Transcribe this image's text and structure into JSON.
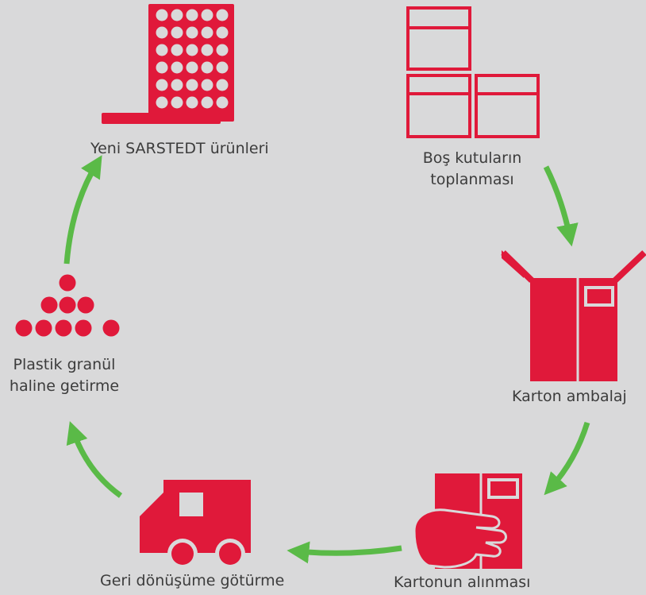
{
  "colors": {
    "background": "#d9d9da",
    "icon_red": "#e0193a",
    "arrow_green": "#5aba47",
    "text": "#3c3c3c"
  },
  "steps": [
    {
      "id": "new-products",
      "icon": "tube-rack-icon",
      "lines": [
        "Yeni SARSTEDT ürünleri"
      ]
    },
    {
      "id": "empty-boxes",
      "icon": "stacked-boxes-icon",
      "lines": [
        "Boş kutuların",
        "toplanması"
      ]
    },
    {
      "id": "carton-packaging",
      "icon": "open-carton-icon",
      "lines": [
        "Karton ambalaj"
      ]
    },
    {
      "id": "carton-pickup",
      "icon": "hand-carton-icon",
      "lines": [
        "Kartonun alınması"
      ]
    },
    {
      "id": "recycling-transport",
      "icon": "truck-icon",
      "lines": [
        "Geri dönüşüme götürme"
      ]
    },
    {
      "id": "plastic-granule",
      "icon": "granules-icon",
      "lines": [
        "Plastik granül",
        "haline getirme"
      ]
    }
  ],
  "arrows": [
    {
      "from": "empty-boxes",
      "to": "carton-packaging"
    },
    {
      "from": "carton-packaging",
      "to": "carton-pickup"
    },
    {
      "from": "carton-pickup",
      "to": "recycling-transport"
    },
    {
      "from": "recycling-transport",
      "to": "plastic-granule"
    },
    {
      "from": "plastic-granule",
      "to": "new-products"
    }
  ]
}
